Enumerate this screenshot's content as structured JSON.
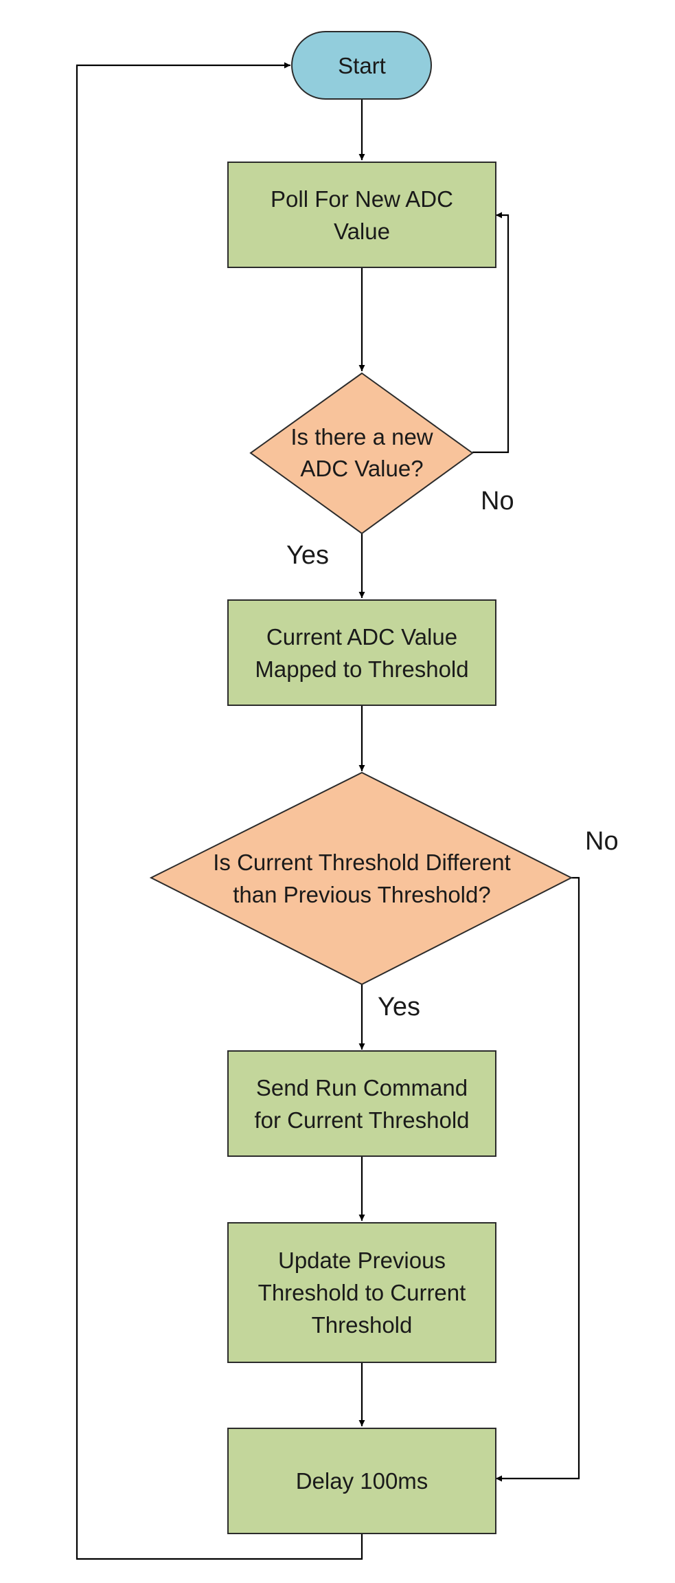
{
  "colors": {
    "start": "#92CDDC",
    "process": "#C3D69B",
    "decision": "#F8C39B",
    "line": "#000000"
  },
  "nodes": {
    "start": {
      "type": "terminator",
      "lines": [
        "Start"
      ]
    },
    "poll": {
      "type": "process",
      "lines": [
        "Poll For New ADC",
        "Value"
      ]
    },
    "new_adc": {
      "type": "decision",
      "lines": [
        "Is there a new",
        "ADC Value?"
      ]
    },
    "map": {
      "type": "process",
      "lines": [
        "Current ADC Value",
        "Mapped to Threshold"
      ]
    },
    "diff": {
      "type": "decision",
      "lines": [
        "Is Current Threshold Different",
        "than Previous Threshold?"
      ]
    },
    "send": {
      "type": "process",
      "lines": [
        "Send Run Command",
        "for Current Threshold"
      ]
    },
    "update": {
      "type": "process",
      "lines": [
        "Update Previous",
        "Threshold to Current",
        "Threshold"
      ]
    },
    "delay": {
      "type": "process",
      "lines": [
        "Delay 100ms"
      ]
    }
  },
  "edges": {
    "new_adc_no": "No",
    "new_adc_yes": "Yes",
    "diff_no": "No",
    "diff_yes": "Yes"
  }
}
